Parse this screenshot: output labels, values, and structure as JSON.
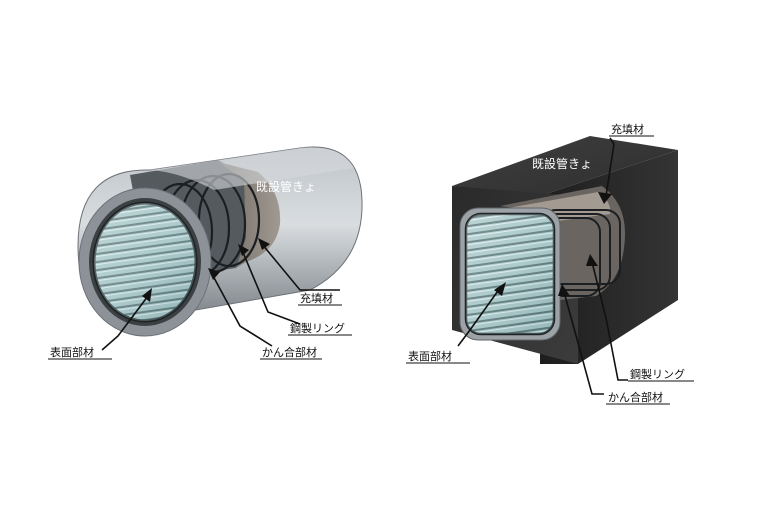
{
  "left": {
    "existing_pipe": "既設管きょ",
    "filler": "充填材",
    "steel_ring": "鋼製リング",
    "joint_member": "かん合部材",
    "surface_member": "表面部材"
  },
  "right": {
    "filler": "充填材",
    "existing_pipe": "既設管きょ",
    "steel_ring": "鋼製リング",
    "joint_member": "かん合部材",
    "surface_member": "表面部材"
  }
}
